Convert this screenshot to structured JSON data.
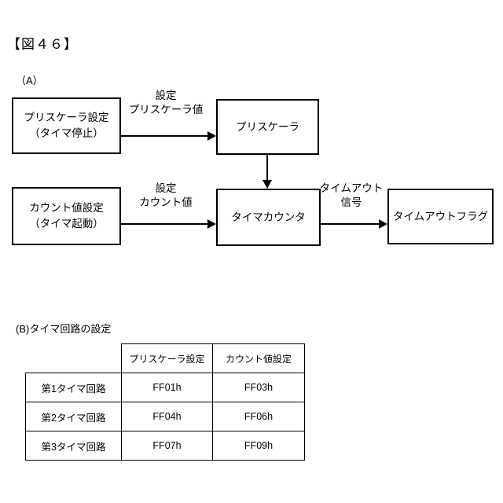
{
  "figure": {
    "title": "【図４６】"
  },
  "sections": {
    "a_label": "（A）",
    "b_label": "(B)タイマ回路の設定"
  },
  "diagram": {
    "nodes": [
      {
        "id": "prescaler-setting",
        "line1": "プリスケーラ設定",
        "line2": "（タイマ停止）"
      },
      {
        "id": "prescaler",
        "line1": "プリスケーラ",
        "line2": ""
      },
      {
        "id": "count-setting",
        "line1": "カウント値設定",
        "line2": "（タイマ起動）"
      },
      {
        "id": "timer-counter",
        "line1": "タイマカウンタ",
        "line2": ""
      },
      {
        "id": "timeout-flag",
        "line1": "タイムアウトフラグ",
        "line2": ""
      }
    ],
    "edges": [
      {
        "id": "set-prescaler",
        "line1": "設定",
        "line2": "プリスケーラ値"
      },
      {
        "id": "set-count",
        "line1": "設定",
        "line2": "カウント値"
      },
      {
        "id": "timeout-signal",
        "line1": "タイムアウト",
        "line2": "信号"
      }
    ]
  },
  "table": {
    "corner": "",
    "headers": [
      "プリスケーラ設定",
      "カウント値設定"
    ],
    "rows": [
      {
        "label": "第1タイマ回路",
        "prescaler": "FF01h",
        "count": "FF03h"
      },
      {
        "label": "第2タイマ回路",
        "prescaler": "FF04h",
        "count": "FF06h"
      },
      {
        "label": "第3タイマ回路",
        "prescaler": "FF07h",
        "count": "FF09h"
      }
    ]
  },
  "colors": {
    "ink": "#000000",
    "paper": "#ffffff"
  }
}
